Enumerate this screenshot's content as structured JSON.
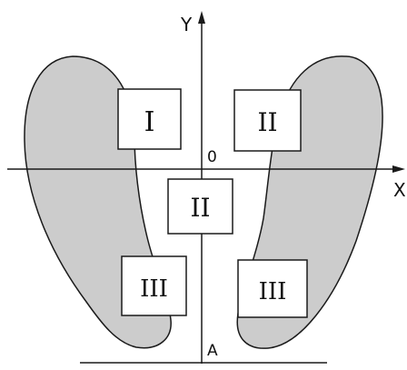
{
  "axes": {
    "y_label": "Y",
    "x_label": "X",
    "origin_label": "0",
    "point_label": "A"
  },
  "zones": {
    "left_top": "I",
    "right_top": "II",
    "center": "II",
    "left_bottom": "III",
    "right_bottom": "III"
  },
  "colors": {
    "footprint_fill": "#cccccc",
    "stroke": "#1a1a1a",
    "box_fill": "#ffffff",
    "background": "#ffffff"
  }
}
